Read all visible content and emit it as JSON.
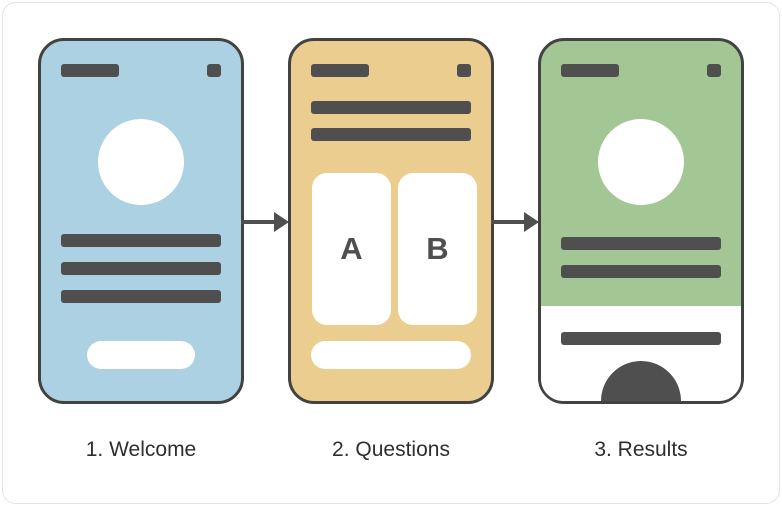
{
  "steps": [
    {
      "label": "1. Welcome"
    },
    {
      "label": "2. Questions",
      "option_a": "A",
      "option_b": "B"
    },
    {
      "label": "3. Results"
    }
  ],
  "colors": {
    "welcome_screen": "#abd1e2",
    "questions_screen": "#eccd90",
    "results_screen": "#a3c794",
    "wireframe_dark": "#4f4f4f",
    "phone_outline": "#424242",
    "label_text": "#2e2e2e",
    "background": "#ffffff",
    "outer_border": "#e4e4e4"
  }
}
